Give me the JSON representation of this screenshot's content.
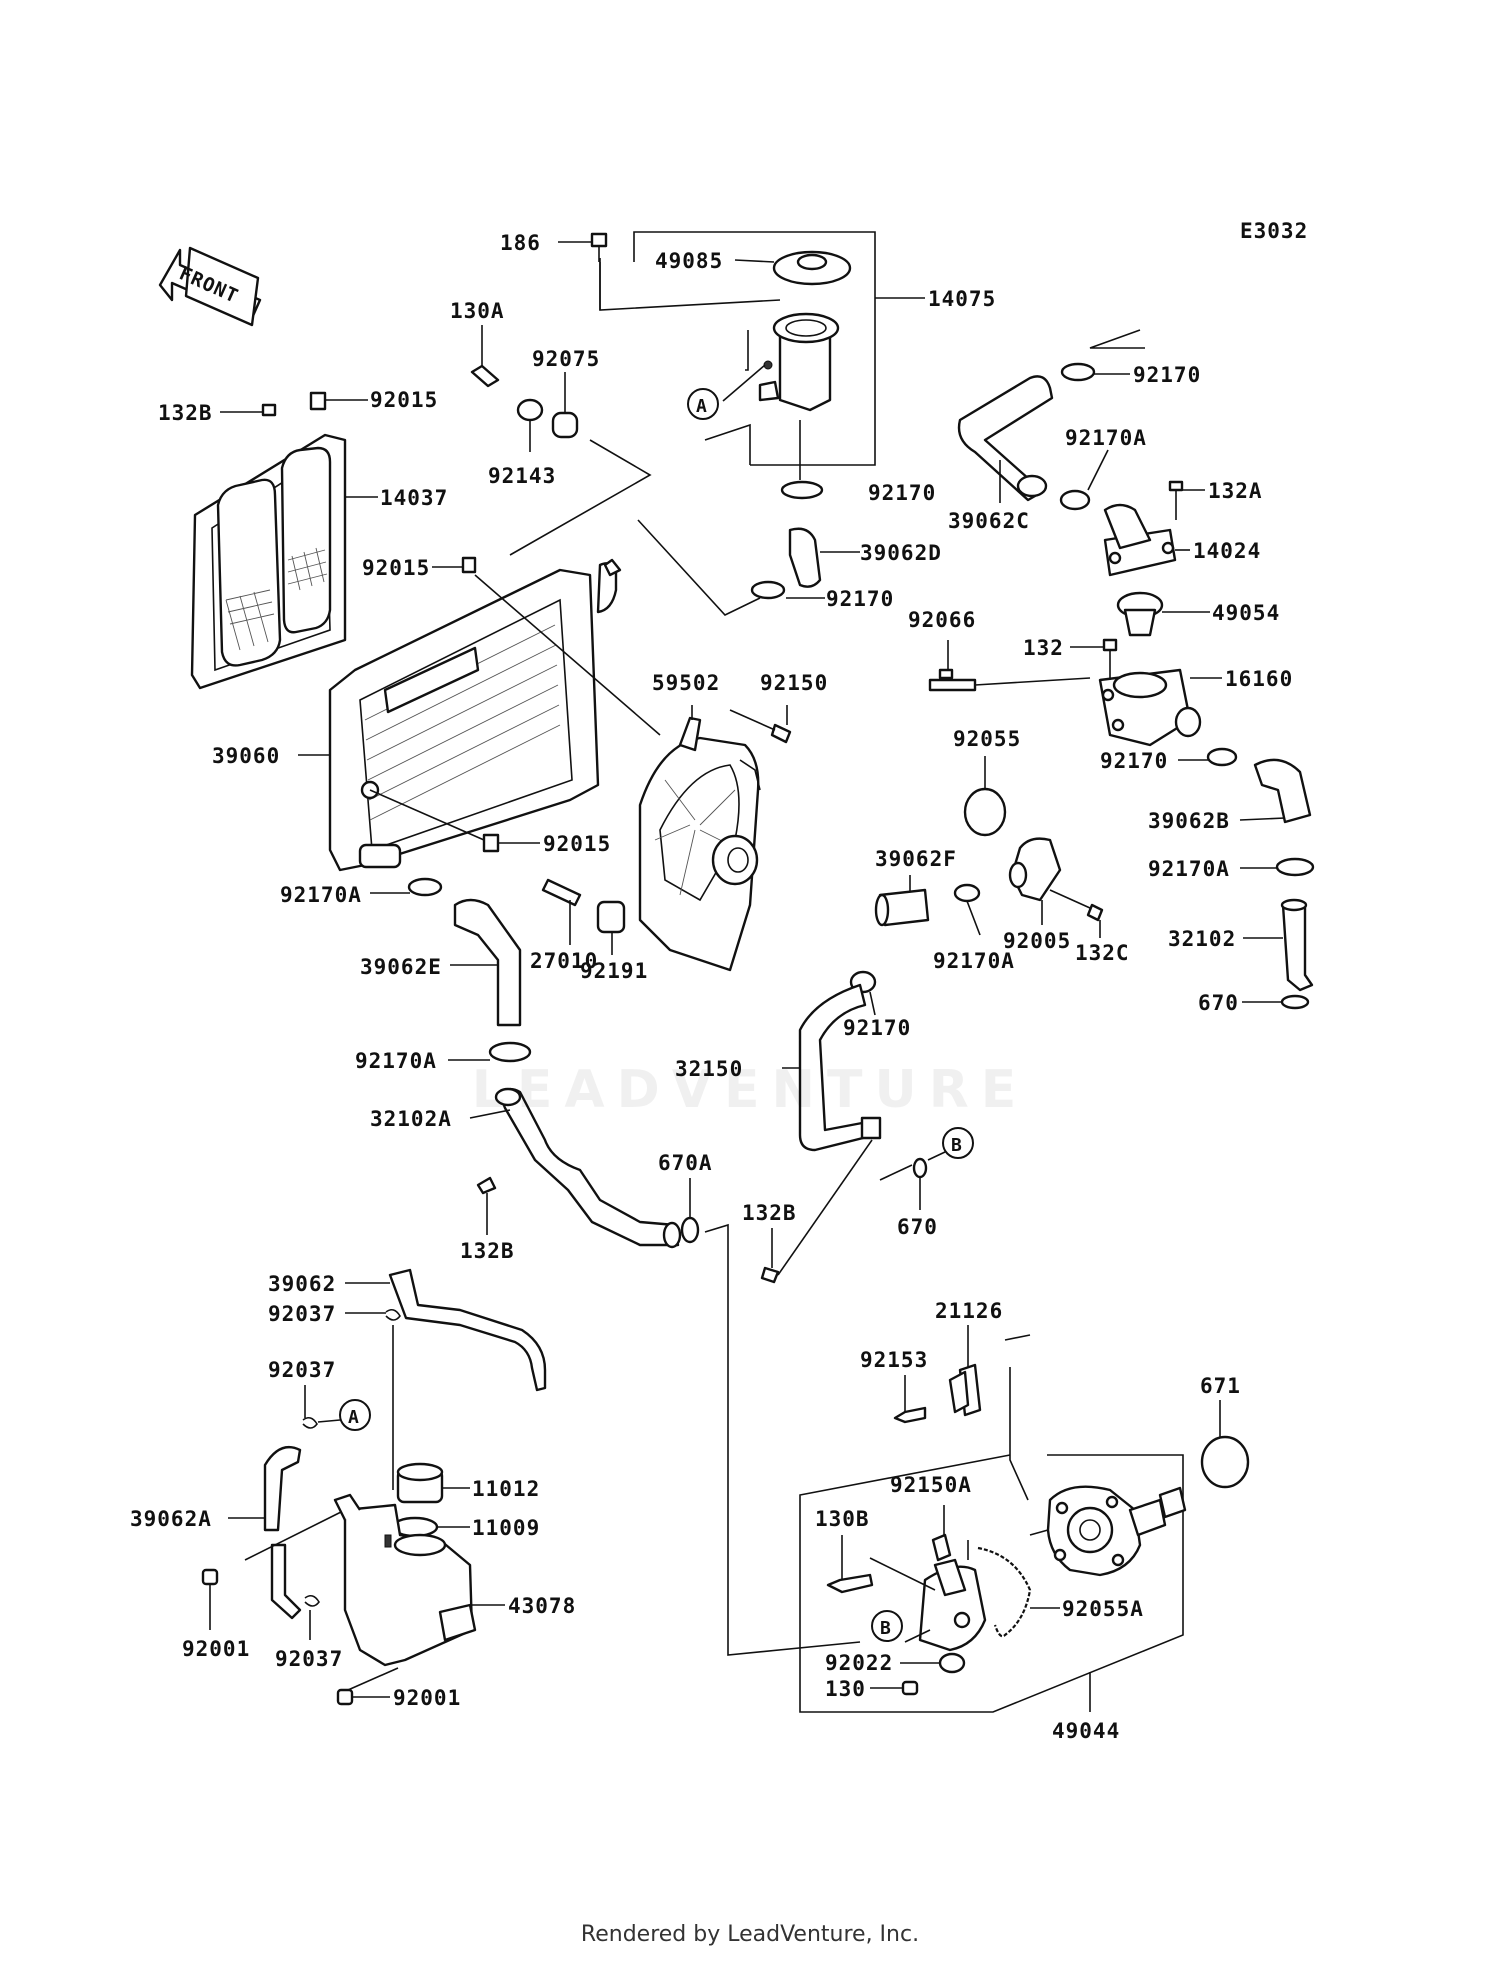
{
  "diagram_code": "E3032",
  "front_arrow_label": "FRONT",
  "watermark": "LEADVENTURE",
  "footer": "Rendered by LeadVenture, Inc.",
  "callouts": {
    "a": "A",
    "b": "B"
  },
  "parts": {
    "p186": "186",
    "p49085": "49085",
    "p14075": "14075",
    "p130A": "130A",
    "p92075": "92075",
    "p132B_top": "132B",
    "p92015_top": "92015",
    "p92143": "92143",
    "p92170_top": "92170",
    "p92170_topright": "92170",
    "p92170A_topright": "92170A",
    "p14037": "14037",
    "p39062C": "39062C",
    "p132A": "132A",
    "p39062D": "39062D",
    "p14024": "14024",
    "p92015_mid": "92015",
    "p92170_mid": "92170",
    "p49054": "49054",
    "p92066": "92066",
    "p132": "132",
    "p16160": "16160",
    "p59502": "59502",
    "p92150": "92150",
    "p39060": "39060",
    "p92055": "92055",
    "p92170_right": "92170",
    "p39062B": "39062B",
    "p92015_low": "92015",
    "p39062F": "39062F",
    "p92170A_right": "92170A",
    "p92170A_left": "92170A",
    "p92005": "92005",
    "p32102": "32102",
    "p27010": "27010",
    "p92170A_mid": "92170A",
    "p132C": "132C",
    "p39062E": "39062E",
    "p92191": "92191",
    "p92170_low": "92170",
    "p670_right": "670",
    "p92170A_low": "92170A",
    "p32150": "32150",
    "p32102A": "32102A",
    "p670A": "670A",
    "p132B_mid": "132B",
    "p670": "670",
    "p132B_low": "132B",
    "p39062": "39062",
    "p92037_top": "92037",
    "p21126": "21126",
    "p92037_mid": "92037",
    "p92153": "92153",
    "p671": "671",
    "p11012": "11012",
    "p92150A": "92150A",
    "p39062A": "39062A",
    "p11009": "11009",
    "p130B": "130B",
    "p43078": "43078",
    "p92055A": "92055A",
    "p92001_left": "92001",
    "p92037_low": "92037",
    "p92022": "92022",
    "p130": "130",
    "p92001_low": "92001",
    "p49044": "49044"
  }
}
